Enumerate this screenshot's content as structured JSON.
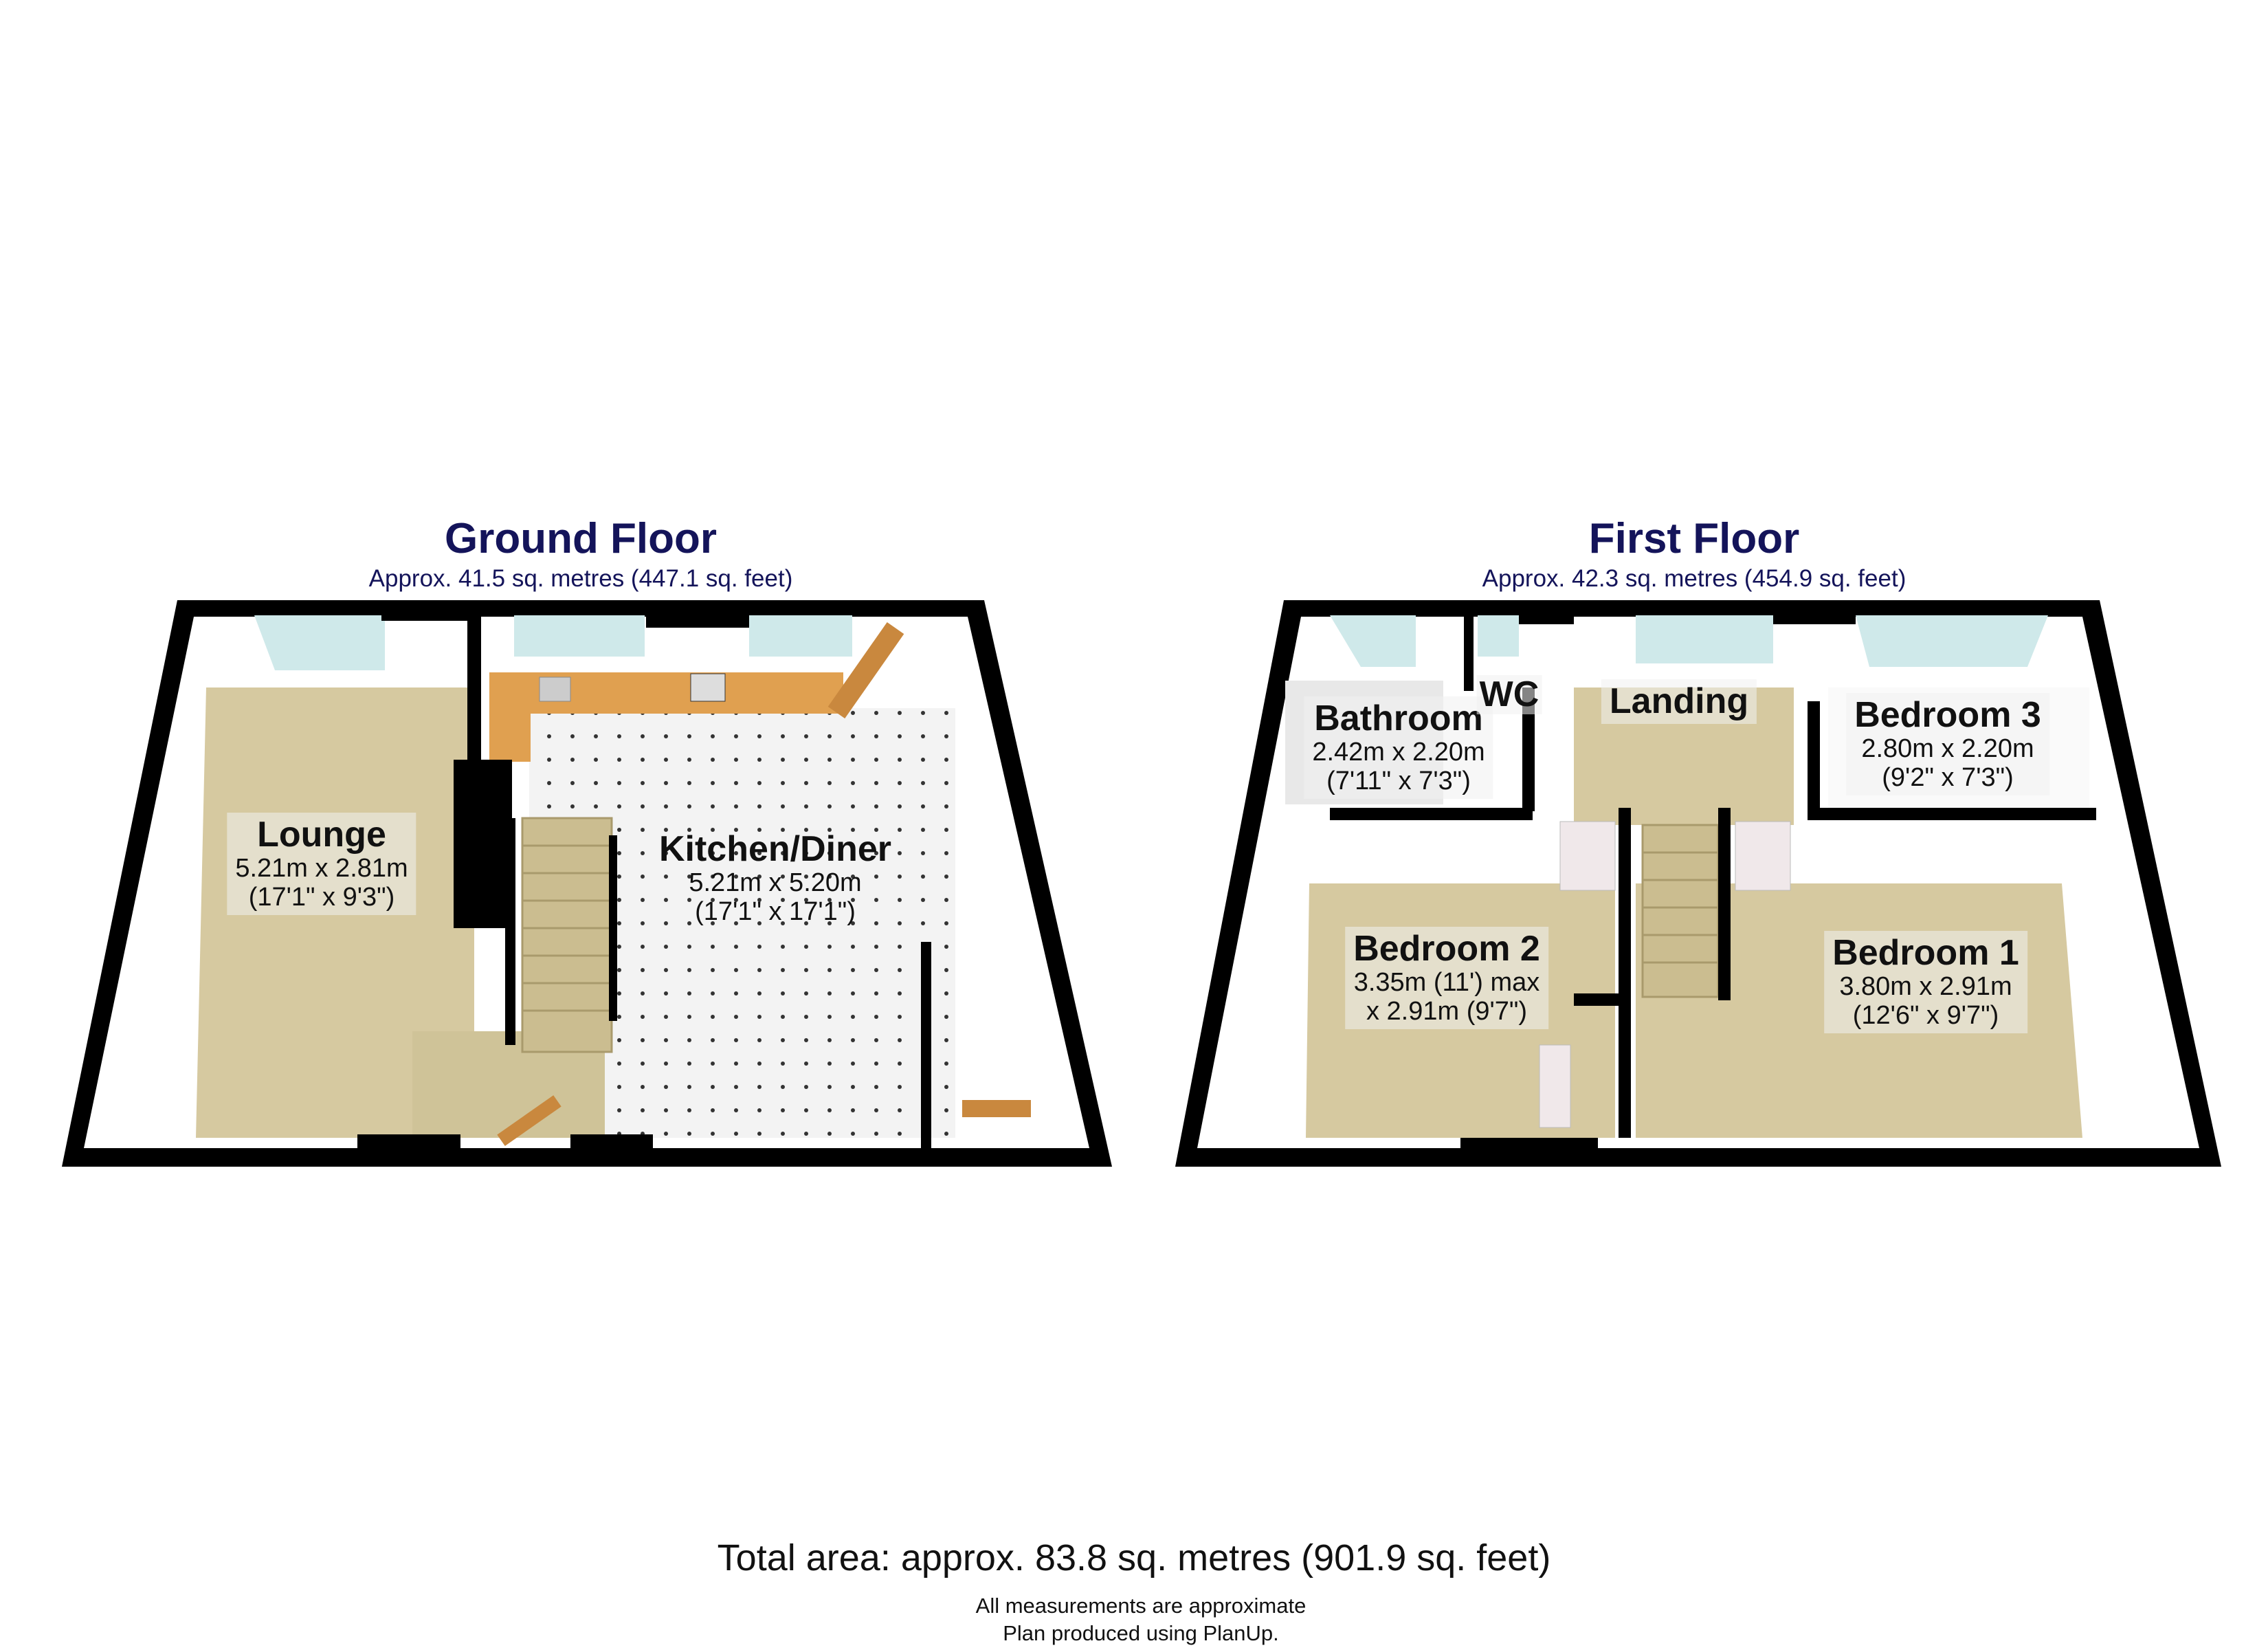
{
  "floors": [
    {
      "title": "Ground Floor",
      "area": "Approx. 41.5 sq. metres (447.1 sq. feet)",
      "rooms": [
        {
          "name": "Lounge",
          "dims": [
            "5.21m x 2.81m",
            "(17'1\" x 9'3\")"
          ]
        },
        {
          "name": "Kitchen/Diner",
          "dims": [
            "5.21m x 5.20m",
            "(17'1\" x 17'1\")"
          ]
        }
      ]
    },
    {
      "title": "First Floor",
      "area": "Approx. 42.3 sq. metres (454.9 sq. feet)",
      "rooms": [
        {
          "name": "Bathroom",
          "dims": [
            "2.42m x 2.20m",
            "(7'11\" x 7'3\")"
          ]
        },
        {
          "name": "WC",
          "dims": []
        },
        {
          "name": "Landing",
          "dims": []
        },
        {
          "name": "Bedroom 3",
          "dims": [
            "2.80m x 2.20m",
            "(9'2\" x 7'3\")"
          ]
        },
        {
          "name": "Bedroom 2",
          "dims": [
            "3.35m (11') max",
            "x 2.91m (9'7\")"
          ]
        },
        {
          "name": "Bedroom 1",
          "dims": [
            "3.80m x 2.91m",
            "(12'6\" x 9'7\")"
          ]
        }
      ]
    }
  ],
  "footer": {
    "total": "Total area: approx. 83.8 sq. metres (901.9 sq. feet)",
    "note1": "All measurements are approximate",
    "note2": "Plan produced using PlanUp."
  },
  "colors": {
    "title": "#14145a",
    "carpet": "#d6c9a0",
    "tile": "#f2f2f2",
    "wall": "#000000",
    "window": "#cfe9ea",
    "worktop": "#e0a050"
  }
}
